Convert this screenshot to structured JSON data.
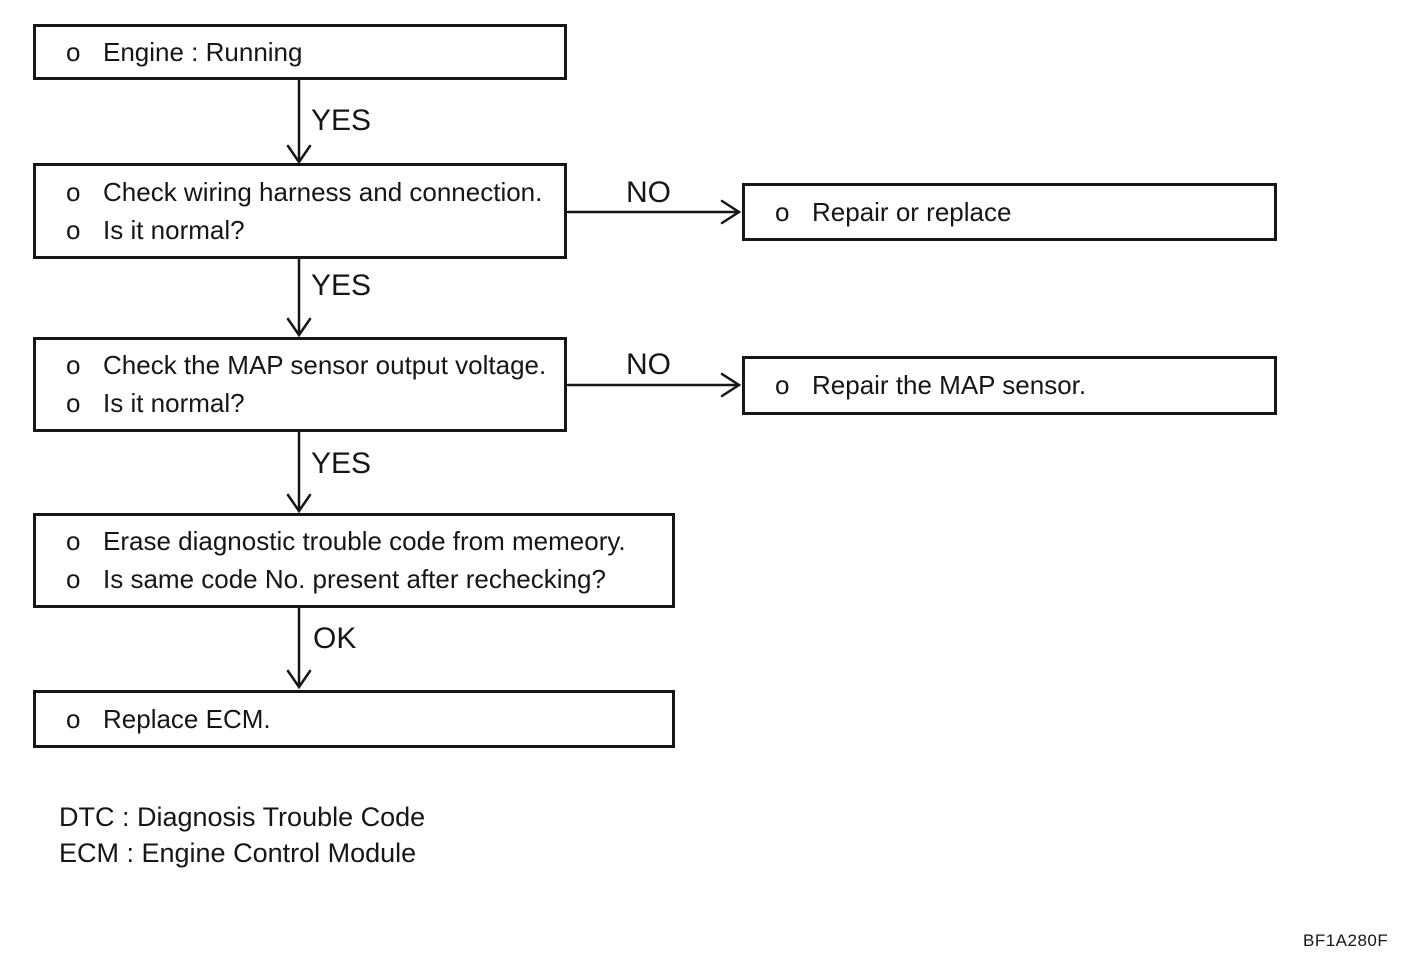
{
  "diagram": {
    "type": "flowchart",
    "title_context": "MAP sensor diagnostic trouble code troubleshooting flowchart",
    "nodes": [
      {
        "name": "engine-running",
        "lines": [
          {
            "bullet": "o",
            "text": "Engine : Running"
          }
        ]
      },
      {
        "name": "check-wiring-harness",
        "lines": [
          {
            "bullet": "o",
            "text": "Check wiring harness and connection."
          },
          {
            "bullet": "o",
            "text": "Is it normal?"
          }
        ]
      },
      {
        "name": "repair-or-replace",
        "lines": [
          {
            "bullet": "o",
            "text": "Repair or replace"
          }
        ]
      },
      {
        "name": "check-map-sensor-voltage",
        "lines": [
          {
            "bullet": "o",
            "text": "Check the MAP sensor output voltage."
          },
          {
            "bullet": "o",
            "text": "Is it normal?"
          }
        ]
      },
      {
        "name": "repair-map-sensor",
        "lines": [
          {
            "bullet": "o",
            "text": "Repair the MAP sensor."
          }
        ]
      },
      {
        "name": "erase-dtc-recheck",
        "lines": [
          {
            "bullet": "o",
            "text": "Erase diagnostic trouble code from memeory."
          },
          {
            "bullet": "o",
            "text": "Is same code No. present after rechecking?"
          }
        ]
      },
      {
        "name": "replace-ecm",
        "lines": [
          {
            "bullet": "o",
            "text": "Replace ECM."
          }
        ]
      }
    ],
    "edge_labels": {
      "yes1": "YES",
      "no1": "NO",
      "yes2": "YES",
      "no2": "NO",
      "yes3": "YES",
      "ok1": "OK"
    },
    "legend": {
      "line1": "DTC : Diagnosis Trouble Code",
      "line2": "ECM : Engine Control Module"
    },
    "figure_code": "BF1A280F",
    "colors": {
      "ink": "#161616",
      "paper": "#ffffff"
    }
  }
}
